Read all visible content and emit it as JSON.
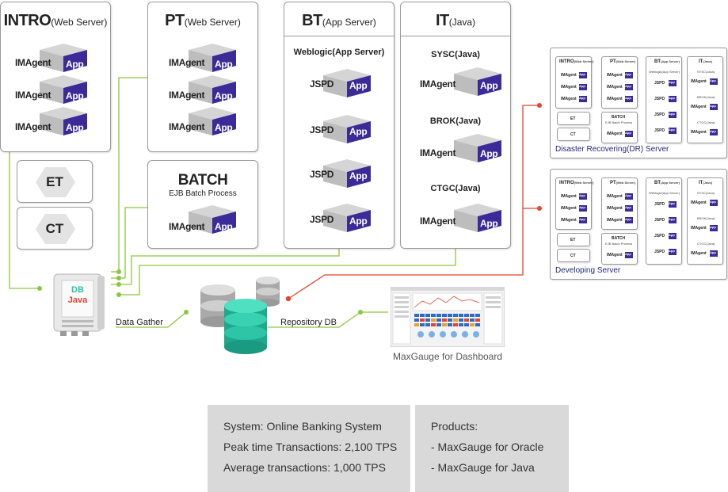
{
  "intro": {
    "title": "INTRO",
    "subtitle": "(Web Server)",
    "agents": [
      "IMAgent",
      "IMAgent",
      "IMAgent"
    ],
    "app": "App"
  },
  "pt": {
    "title": "PT",
    "subtitle": "(Web Server)",
    "agents": [
      "IMAgent",
      "IMAgent",
      "IMAgent"
    ],
    "app": "App"
  },
  "bt": {
    "title": "BT",
    "subtitle": "(App Server)",
    "caption": "Weblogic(App Server)",
    "agents": [
      "JSPD",
      "JSPD",
      "JSPD",
      "JSPD"
    ],
    "app": "App"
  },
  "it": {
    "title": "IT",
    "subtitle": "(Java)",
    "sections": [
      "SYSC(Java)",
      "BROK(Java)",
      "CTGC(Java)"
    ],
    "agents": [
      "IMAgent",
      "IMAgent",
      "IMAgent"
    ],
    "app": "App"
  },
  "batch": {
    "title": "BATCH",
    "caption": "EJB Batch Process",
    "agent": "IMAgent",
    "app": "App"
  },
  "et": "ET",
  "ct": "CT",
  "collector": {
    "top": "DB",
    "bottom": "Java"
  },
  "data_gather": "Data Gather",
  "repository_db": "Repository DB",
  "maxgauge_dashboard": "MaxGauge for Dashboard",
  "dr_server": {
    "label": "Disaster Recovering(DR) Server",
    "intro_title": "INTRO",
    "intro_sub": "(Web Server)",
    "pt_title": "PT",
    "pt_sub": "(Web Server)",
    "bt_title": "BT",
    "bt_sub": "(App Server)",
    "bt_caption": "Weblogic(App Server)",
    "it_title": "IT",
    "it_sub": "(Java)",
    "it_sections": [
      "SYSC(Java)",
      "BROK(Java)",
      "CTGC(Java)"
    ],
    "batch_title": "BATCH",
    "batch_caption": "EJB Batch Process",
    "agent": "IMAgent",
    "jspd": "JSPD",
    "app": "App",
    "et": "ET",
    "ct": "CT"
  },
  "dev_server": {
    "label": "Developing Server",
    "intro_title": "INTRO",
    "intro_sub": "(Web Server)",
    "pt_title": "PT",
    "pt_sub": "(Web Server)",
    "bt_title": "BT",
    "bt_sub": "(App Server)",
    "bt_caption": "Weblogic(App Server)",
    "it_title": "IT",
    "it_sub": "(Java)",
    "it_sections": [
      "SYSC(Java)",
      "BROK(Java)",
      "CTGC(Java)"
    ],
    "batch_title": "BATCH",
    "batch_caption": "EJB Batch Process",
    "agent": "IMAgent",
    "jspd": "JSPD",
    "app": "App",
    "et": "ET",
    "ct": "CT"
  },
  "summary": {
    "left": [
      "System: Online Banking System",
      "Peak time Transactions: 2,100 TPS",
      "Average transactions: 1,000 TPS"
    ],
    "right": [
      "Products:",
      "- MaxGauge for Oracle",
      "- MaxGauge for Java"
    ]
  },
  "colors": {
    "green": "#8cc63f",
    "red": "#e8412c",
    "purple": "#3c2a98",
    "teal": "#2ec4a6",
    "navy": "#1f2a7a"
  }
}
